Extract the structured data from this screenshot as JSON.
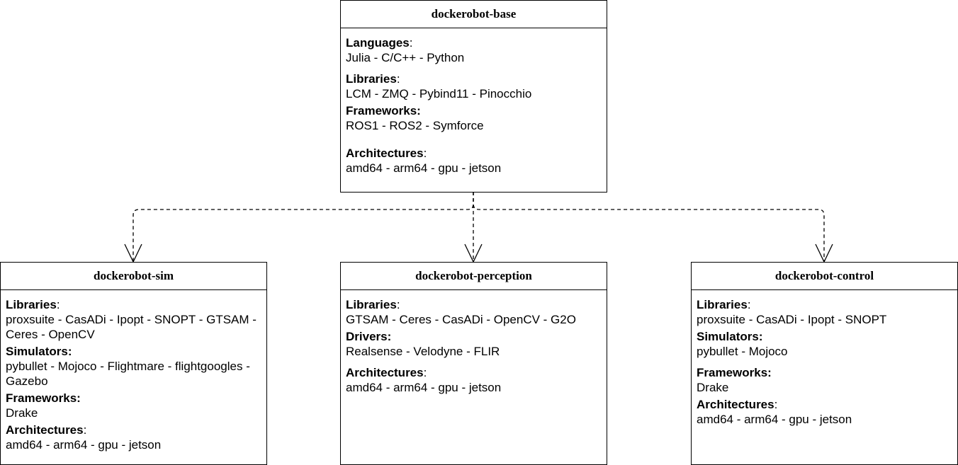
{
  "nodes": {
    "base": {
      "title": "dockerobot-base",
      "sections": [
        {
          "label": "Languages",
          "suffix": ":",
          "items": "Julia - C/C++ - Python"
        },
        {
          "label": "Libraries",
          "suffix": ":",
          "items": "LCM - ZMQ - Pybind11 - Pinocchio"
        },
        {
          "label": "Frameworks:",
          "suffix": "",
          "items": "ROS1 - ROS2 - Symforce"
        },
        {
          "label": "Architectures",
          "suffix": ":",
          "items": "amd64 - arm64 - gpu - jetson"
        }
      ]
    },
    "sim": {
      "title": "dockerobot-sim",
      "sections": [
        {
          "label": "Libraries",
          "suffix": ":",
          "items": "proxsuite - CasADi - Ipopt - SNOPT - GTSAM - Ceres - OpenCV"
        },
        {
          "label": "Simulators:",
          "suffix": "",
          "items": "pybullet - Mojoco - Flightmare - flightgoogles - Gazebo"
        },
        {
          "label": "Frameworks:",
          "suffix": "",
          "items": "Drake"
        },
        {
          "label": "Architectures",
          "suffix": ":",
          "items": "amd64 - arm64 - gpu - jetson"
        }
      ]
    },
    "perception": {
      "title": "dockerobot-perception",
      "sections": [
        {
          "label": "Libraries",
          "suffix": ":",
          "items": "GTSAM - Ceres - CasADi - OpenCV - G2O"
        },
        {
          "label": "Drivers:",
          "suffix": "",
          "items": "Realsense - Velodyne - FLIR"
        },
        {
          "label": "Architectures",
          "suffix": ":",
          "items": "amd64 - arm64 - gpu - jetson"
        }
      ]
    },
    "control": {
      "title": "dockerobot-control",
      "sections": [
        {
          "label": "Libraries",
          "suffix": ":",
          "items": "proxsuite - CasADi - Ipopt - SNOPT"
        },
        {
          "label": "Simulators:",
          "suffix": "",
          "items": "pybullet - Mojoco"
        },
        {
          "label": "Frameworks:",
          "suffix": "",
          "items": "Drake"
        },
        {
          "label": "Architectures",
          "suffix": ":",
          "items": "amd64 - arm64 - gpu - jetson"
        }
      ]
    }
  },
  "edges": [
    {
      "from": "base",
      "to": "sim",
      "style": "dashed",
      "arrow": "open"
    },
    {
      "from": "base",
      "to": "perception",
      "style": "dashed",
      "arrow": "open"
    },
    {
      "from": "base",
      "to": "control",
      "style": "dashed",
      "arrow": "open"
    }
  ],
  "colors": {
    "stroke": "#000000",
    "background": "#ffffff"
  }
}
